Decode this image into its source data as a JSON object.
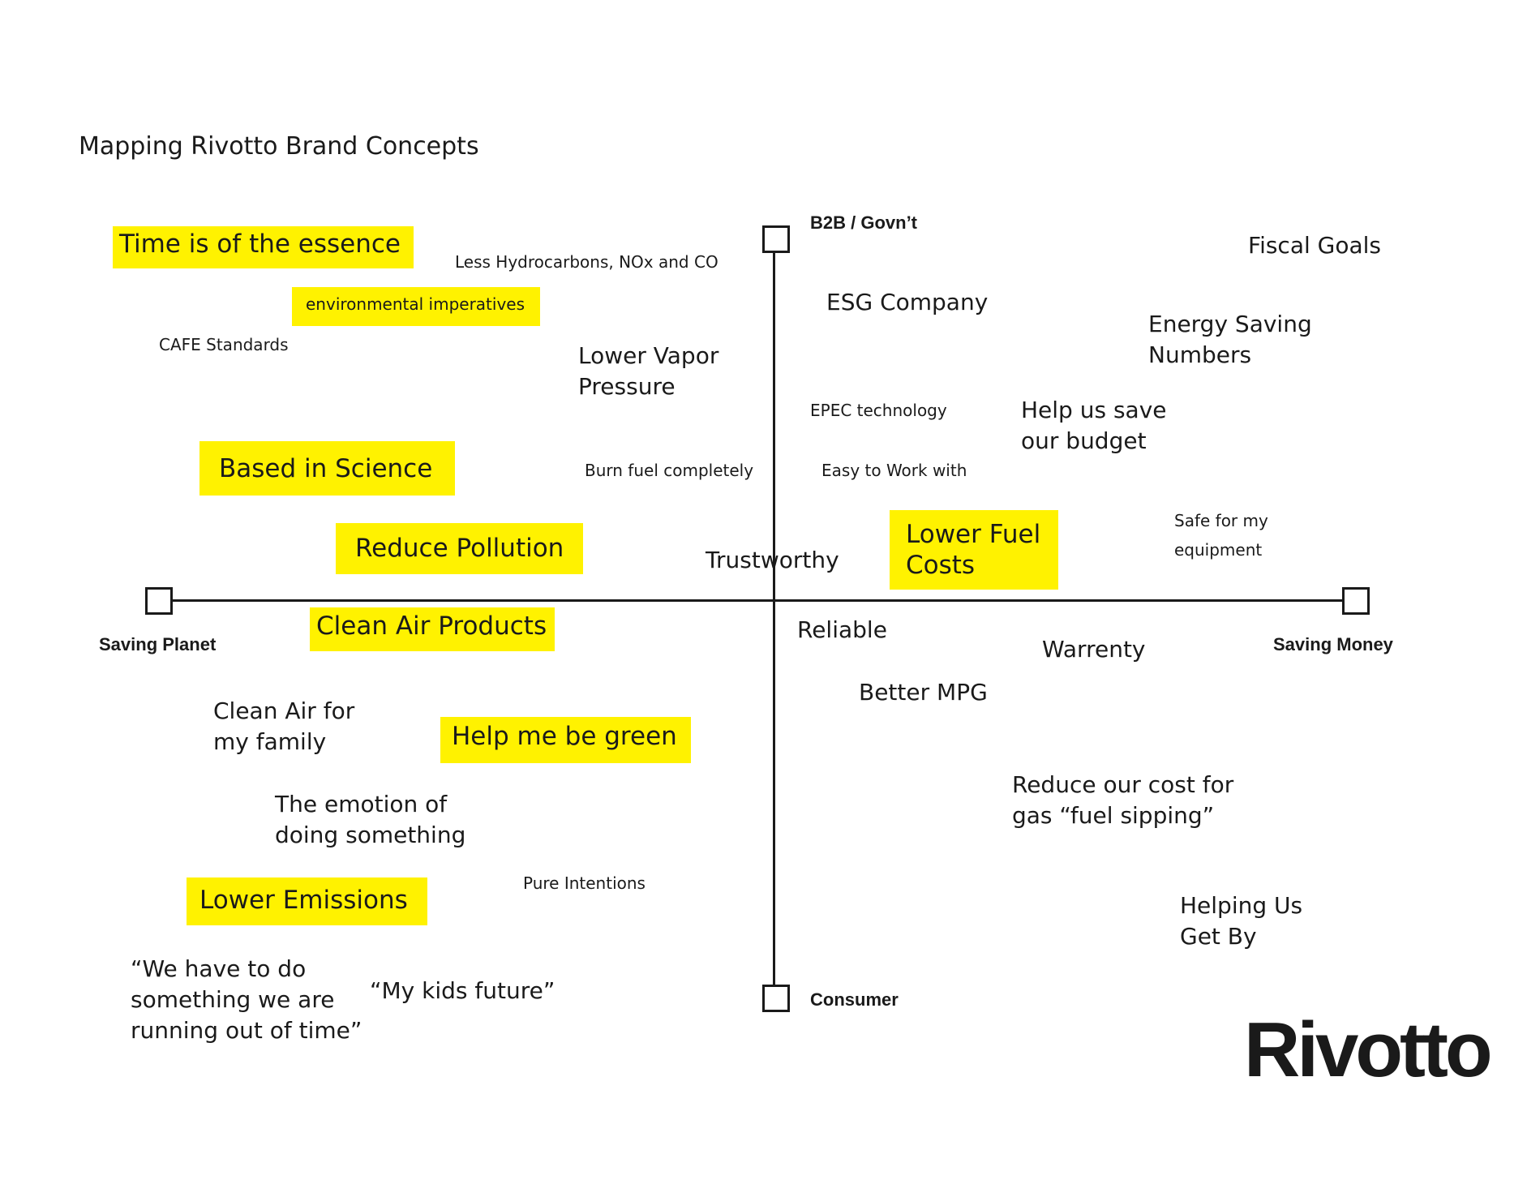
{
  "title": "Mapping Rivotto Brand Concepts",
  "axes": {
    "top": "B2B / Govn’t",
    "bottom": "Consumer",
    "left": "Saving Planet",
    "right": "Saving Money"
  },
  "highlight_color": "#fff200",
  "concepts": {
    "time_essence": "Time is of the essence",
    "less_hydrocarbons": "Less Hydrocarbons, NOx and CO",
    "environmental_imperatives": "environmental imperatives",
    "cafe_standards": "CAFE Standards",
    "lower_vapor_1": "Lower Vapor",
    "lower_vapor_2": "Pressure",
    "based_science": "Based in Science",
    "burn_fuel": "Burn fuel completely",
    "reduce_pollution": "Reduce Pollution",
    "trustworthy": "Trustworthy",
    "clean_air_products": "Clean Air Products",
    "esg_company": "ESG Company",
    "epec_technology": "EPEC technology",
    "easy_to_work": "Easy to Work with",
    "lower_fuel_1": "Lower Fuel",
    "lower_fuel_2": "Costs",
    "fiscal_goals": "Fiscal Goals",
    "energy_saving_1": "Energy Saving",
    "energy_saving_2": "Numbers",
    "help_save_1": "Help us save",
    "help_save_2": "our budget",
    "safe_equipment_1": "Safe for my",
    "safe_equipment_2": "equipment",
    "reliable": "Reliable",
    "warrenty": "Warrenty",
    "better_mpg": "Better MPG",
    "reduce_cost_1": "Reduce our cost for",
    "reduce_cost_2": "gas “fuel sipping”",
    "helping_us_1": "Helping Us",
    "helping_us_2": "Get By",
    "clean_air_family_1": "Clean Air for",
    "clean_air_family_2": "my family",
    "help_green": "Help me be green",
    "emotion_1": "The emotion of",
    "emotion_2": "doing something",
    "pure_intentions": "Pure Intentions",
    "lower_emissions": "Lower Emissions",
    "we_have_1": "“We have to do",
    "we_have_2": "something we are",
    "we_have_3": "running out of time”",
    "kids_future": "“My kids future”"
  },
  "logo": "Rivotto"
}
